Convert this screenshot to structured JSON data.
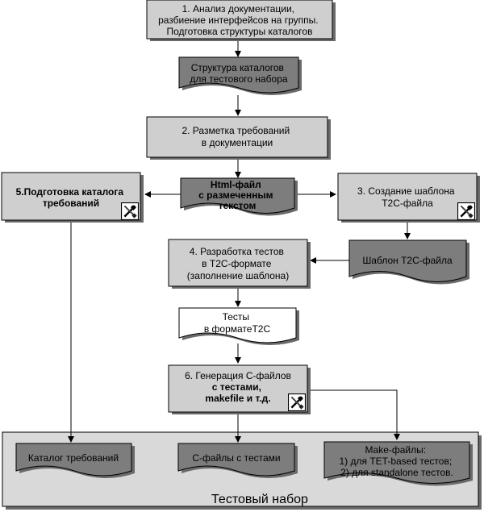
{
  "step1": {
    "lines": [
      "1. Анализ документации,",
      "разбиение интерфейсов на группы.",
      "Подготовка структуры каталогов"
    ]
  },
  "doc_catalog_structure": {
    "lines": [
      "Структура каталогов",
      "для тестового набора"
    ]
  },
  "step2": {
    "lines": [
      "2. Разметка требований",
      "в документации"
    ]
  },
  "doc_html": {
    "lines": [
      "Html-файл",
      "с размеченным",
      "текстом"
    ]
  },
  "step5": {
    "lines": [
      "5.Подготовка каталога",
      "требований"
    ]
  },
  "step3": {
    "lines": [
      "3. Создание шаблона",
      "T2C-файла"
    ]
  },
  "step4": {
    "lines": [
      "4. Разработка тестов",
      "в T2C-формате",
      "(заполнение шаблона)"
    ]
  },
  "doc_template": {
    "lines": [
      "Шаблон T2C-файла"
    ]
  },
  "doc_tests": {
    "lines": [
      "Тесты",
      "в форматеT2C"
    ]
  },
  "step6": {
    "lines": [
      "6. Генерация С-файлов",
      "с тестами,",
      "makefile и т.д."
    ]
  },
  "out_catalog": {
    "lines": [
      "Каталог требований"
    ]
  },
  "out_cfiles": {
    "lines": [
      "С-файлы с тестами"
    ]
  },
  "out_makefiles": {
    "lines": [
      "Make-файлы:",
      "1) для TET-based тестов;",
      "2) для standalone тестов."
    ]
  },
  "suite": {
    "title": "Тестовый набор"
  },
  "icons": {
    "tool": "wrench-screwdriver-icon"
  },
  "colors": {
    "process": "#cfcfcf",
    "doc_dark": "#7d7d7d",
    "doc_light": "#ffffff",
    "suite_bg": "#d9d9d9",
    "shadow": "#6a6a6a"
  }
}
